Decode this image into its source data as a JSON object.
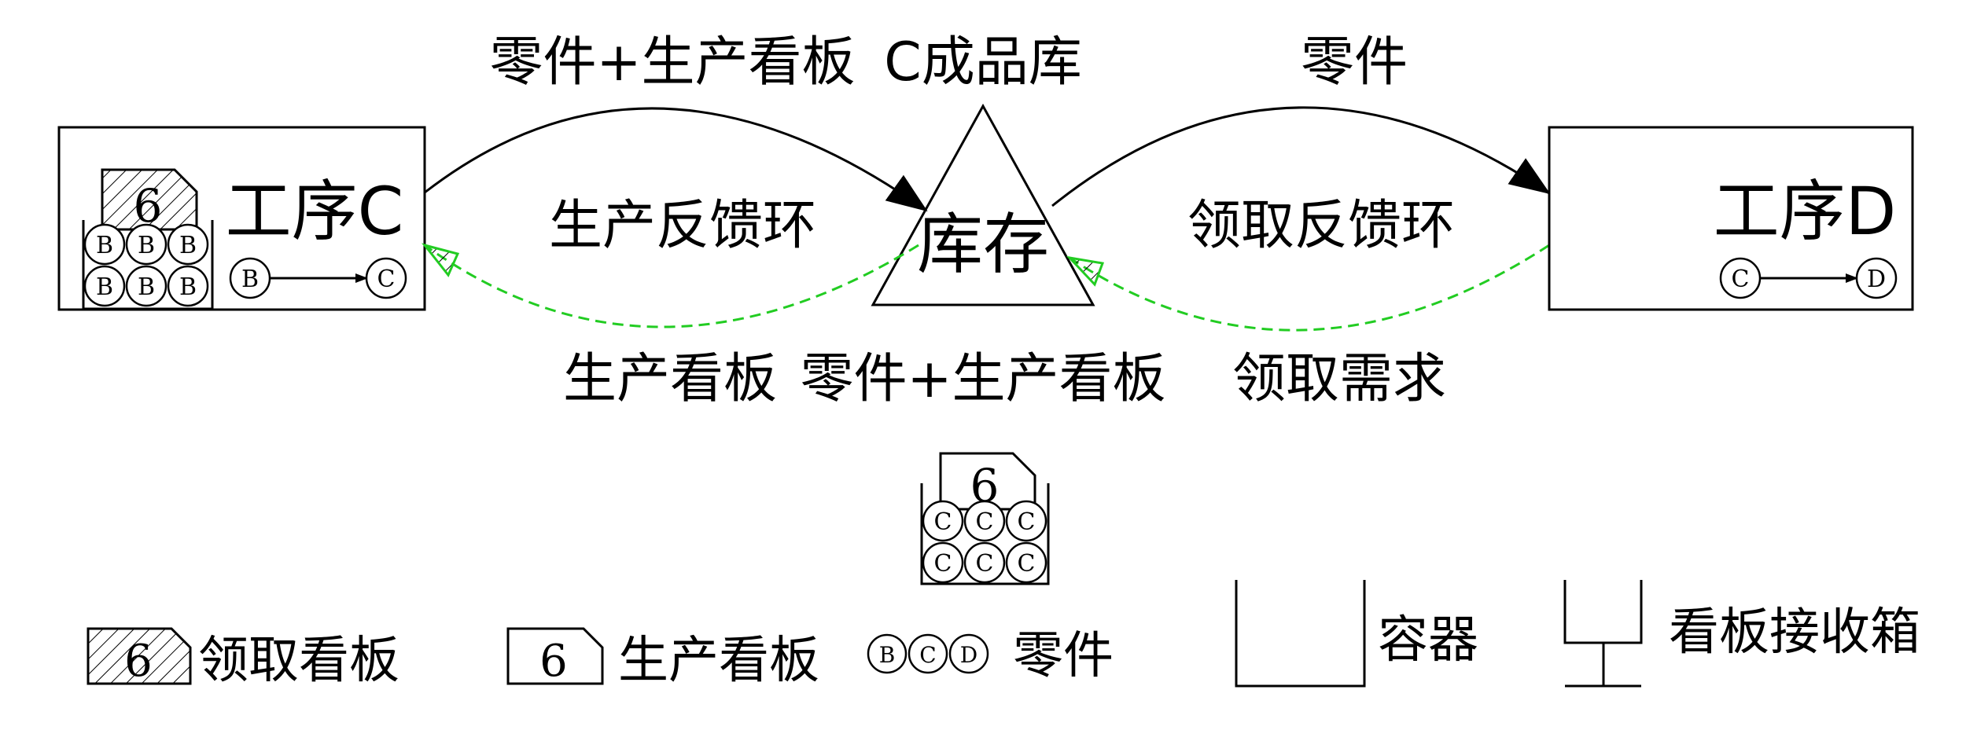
{
  "labels": {
    "top_left_arrow": "零件+生产看板",
    "top_center": "C成品库",
    "top_right_arrow": "零件",
    "process_c": "工序C",
    "process_d": "工序D",
    "inventory": "库存",
    "loop_left": "生产反馈环",
    "loop_right": "领取反馈环",
    "bottom_left": "生产看板",
    "bottom_center": "零件+生产看板",
    "bottom_right": "领取需求"
  },
  "kanban_number": "6",
  "parts": {
    "b": "B",
    "c": "C",
    "d": "D"
  },
  "legend": {
    "withdrawal_kanban": "领取看板",
    "production_kanban": "生产看板",
    "parts": "零件",
    "container": "容器",
    "kanban_box": "看板接收箱"
  },
  "colors": {
    "feedback_line": "#22cc22",
    "stroke": "#000000"
  }
}
